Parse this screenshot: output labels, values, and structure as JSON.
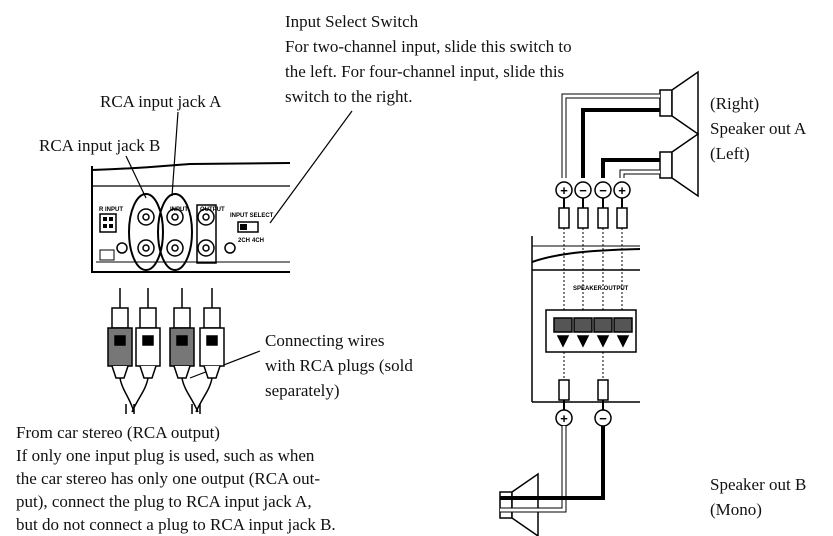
{
  "input_select": {
    "title": "Input Select Switch",
    "lines": [
      "For two-channel input, slide this switch to",
      "the left. For four-channel input, slide this",
      "switch to the right."
    ]
  },
  "jack_a": "RCA input jack A",
  "jack_b": "RCA input jack B",
  "wires": [
    "Connecting wires",
    "with RCA plugs (sold",
    "separately)"
  ],
  "source": {
    "title": "From car stereo (RCA output)",
    "lines": [
      "If only one input plug is used, such as when",
      "the car stereo has only one output (RCA out-",
      "put), connect the plug to RCA input jack A,",
      "but do not connect a plug to RCA input jack B."
    ]
  },
  "speaker_a": {
    "right": "(Right)",
    "name": "Speaker out A",
    "left": "(Left)"
  },
  "speaker_b": {
    "name": "Speaker out B",
    "mono": "(Mono)"
  },
  "unit_labels": {
    "r_input": "R INPUT",
    "input": "INPUT",
    "output": "OUTPUT",
    "input_select": "INPUT SELECT",
    "ch2": "2CH",
    "ch4": "4CH",
    "speaker_output": "SPEAKER OUTPUT"
  },
  "symbols": {
    "plus": "+",
    "minus": "−"
  }
}
